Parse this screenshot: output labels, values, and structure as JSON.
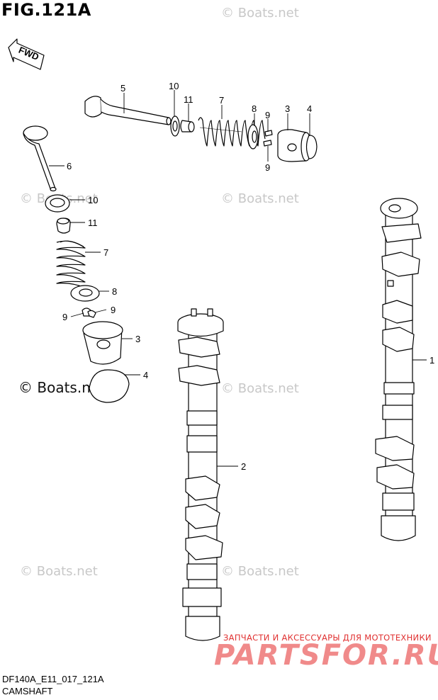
{
  "figure": {
    "title": "FIG.121A",
    "drawing_code": "DF140A_E11_017_121A",
    "section_name": "CAMSHAFT",
    "direction_arrow": "FWD"
  },
  "callouts": {
    "valve_exhaust": "5",
    "valve_intake": "6",
    "seal_top": "10",
    "seal_left": "10",
    "retainer_small_top": "11",
    "retainer_small_left": "11",
    "spring_top": "7",
    "spring_left": "7",
    "retainer_top": "8",
    "retainer_left": "8",
    "cotter_top_a": "9",
    "cotter_top_b": "9",
    "cotter_left_a": "9",
    "cotter_left_b": "9",
    "tappet_top": "3",
    "tappet_left": "3",
    "shim_top": "4",
    "shim_left": "4",
    "camshaft_right": "1",
    "camshaft_center": "2"
  },
  "watermarks": {
    "boats": "© Boats.net",
    "boats_bold": "© Boats.net",
    "parts_tagline": "ЗАПЧАСТИ И АКСЕССУАРЫ ДЛЯ МОТОТЕХНИКИ",
    "parts_logo": "PARTSFOR.RU"
  }
}
